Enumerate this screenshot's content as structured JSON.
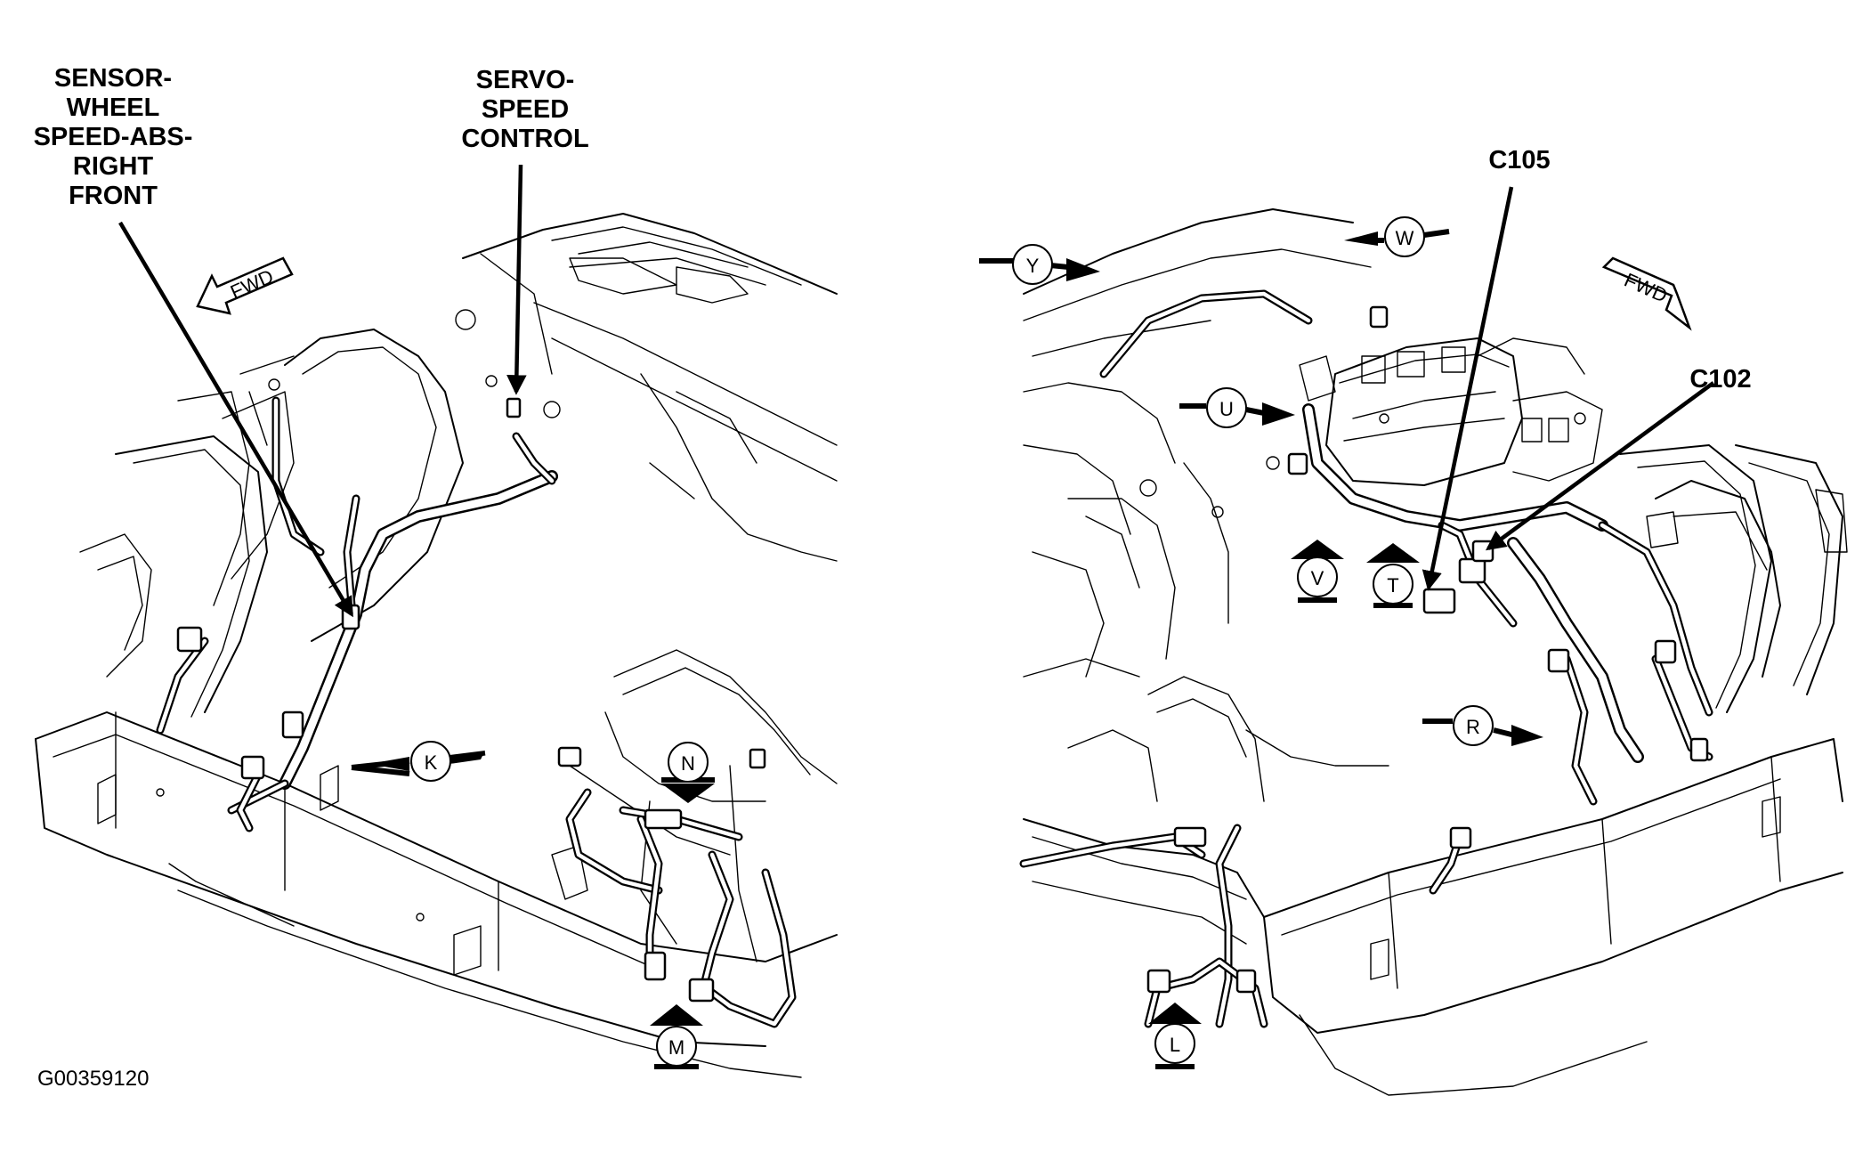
{
  "labels": {
    "sensor_wheel_speed": [
      "SENSOR-",
      "WHEEL",
      "SPEED-ABS-",
      "RIGHT",
      "FRONT"
    ],
    "servo_speed_control": [
      "SERVO-",
      "SPEED",
      "CONTROL"
    ],
    "c105": "C105",
    "c102": "C102"
  },
  "direction_arrows": {
    "fwd_left": "FWD",
    "fwd_right": "FWD"
  },
  "view_markers": {
    "k": "K",
    "n": "N",
    "m": "M",
    "y": "Y",
    "w": "W",
    "u": "U",
    "v": "V",
    "t": "T",
    "r": "R",
    "l": "L"
  },
  "figure_id": "G00359120"
}
